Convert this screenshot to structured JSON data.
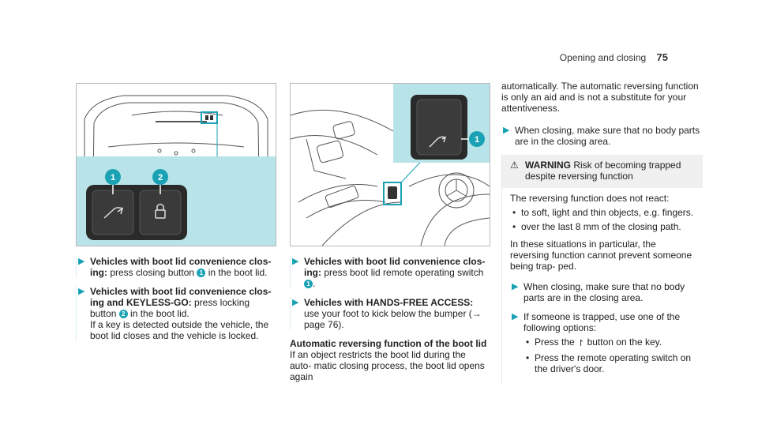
{
  "header": {
    "title": "Opening and closing",
    "page": "75"
  },
  "figure1": {
    "callout1": "1",
    "callout2": "2"
  },
  "figure2": {
    "callout1": "1"
  },
  "col1": {
    "item1_bold": "Vehicles with boot lid convenience clos- ing:",
    "item1_a": " press closing button ",
    "item1_num": "1",
    "item1_b": " in the boot lid.",
    "item2_bold": "Vehicles with boot lid convenience clos- ing and KEYLESS-GO:",
    "item2_a": " press locking button ",
    "item2_num": "2",
    "item2_b": " in the boot lid.",
    "item2_c": "If a key is detected outside the vehicle, the boot lid closes and the vehicle is locked."
  },
  "col2": {
    "item1_bold": "Vehicles with boot lid convenience clos- ing:",
    "item1_a": " press boot lid remote operating switch ",
    "item1_num": "1",
    "item1_b": ".",
    "item2_bold": "Vehicles with HANDS-FREE ACCESS:",
    "item2_a": " use your foot to kick below the bumper (→ page 76).",
    "heading": "Automatic reversing function of the boot lid",
    "heading_text": "If an object restricts the boot lid during the auto- matic closing process, the boot lid opens again"
  },
  "col3": {
    "intro": "automatically. The automatic reversing function is only an aid and is not a substitute for your attentiveness.",
    "item1": "When closing, make sure that no body parts are in the closing area.",
    "warning_label": "WARNING",
    "warning_title": " Risk of becoming trapped despite reversing function",
    "warning_text": "The reversing function does not react:",
    "bullet1": "to soft, light and thin objects, e.g. fingers.",
    "bullet2": "over the last 8 mm of the closing path.",
    "warning_text2": "In these situations in particular, the reversing function cannot prevent someone being trap- ped.",
    "item2": "When closing, make sure that no body parts are in the closing area.",
    "item3": "If someone is trapped, use one of the following options:",
    "bullet3_a": "Press the ",
    "bullet3_b": " button on the key.",
    "bullet4": "Press the remote operating switch on the driver's door."
  }
}
